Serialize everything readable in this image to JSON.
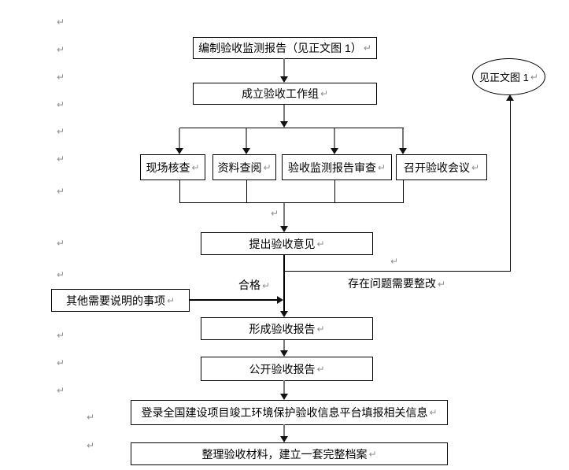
{
  "flowchart": {
    "nodes": {
      "prepare_report": "编制验收监测报告（见正文图 1）",
      "form_group": "成立验收工作组",
      "site_check": "现场核查",
      "doc_review": "资料查阅",
      "report_review": "验收监测报告审查",
      "meeting": "召开验收会议",
      "opinion": "提出验收意见",
      "other_items": "其他需要说明的事项",
      "form_report": "形成验收报告",
      "publish_report": "公开验收报告",
      "platform": "登录全国建设项目竣工环境保护验收信息平台填报相关信息",
      "archive": "整理验收材料，建立一套完整档案",
      "see_figure": "见正文图 1"
    },
    "edge_labels": {
      "pass": "合格",
      "rework": "存在问题需要整改"
    }
  },
  "glyphs": {
    "paragraph_mark": "↵"
  },
  "colors": {
    "line": "#000000",
    "arrow": "#7a7a7a",
    "head": "#111111",
    "mark": "#8f8f8f"
  }
}
